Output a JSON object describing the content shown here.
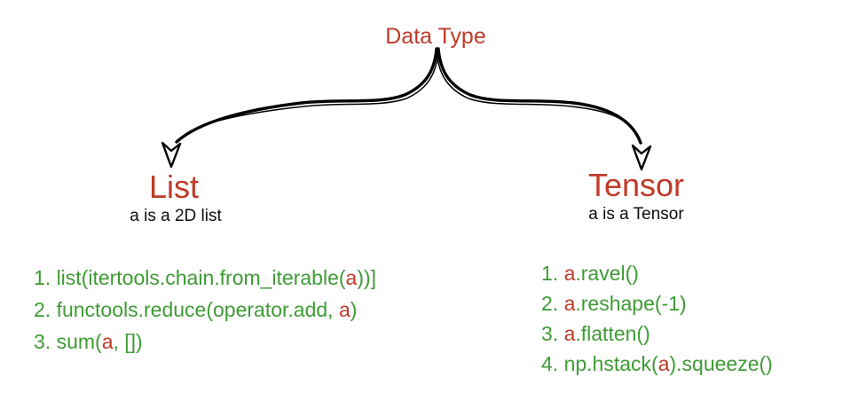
{
  "colors": {
    "red": "#c03a28",
    "green": "#3e9b34",
    "black": "#0d0d0d",
    "stroke": "#000000"
  },
  "root": {
    "title": "Data Type"
  },
  "branches": [
    {
      "heading": "List",
      "subtitle": "a is a 2D list",
      "items": [
        {
          "segments": [
            {
              "t": "1. list(itertools.chain.from_iterable(",
              "c": "green"
            },
            {
              "t": "a",
              "c": "red"
            },
            {
              "t": "))]",
              "c": "green"
            }
          ]
        },
        {
          "segments": [
            {
              "t": "2. functools.reduce(operator.add, ",
              "c": "green"
            },
            {
              "t": "a",
              "c": "red"
            },
            {
              "t": ")",
              "c": "green"
            }
          ]
        },
        {
          "segments": [
            {
              "t": "3. sum(",
              "c": "green"
            },
            {
              "t": "a",
              "c": "red"
            },
            {
              "t": ", [])",
              "c": "green"
            }
          ]
        }
      ]
    },
    {
      "heading": "Tensor",
      "subtitle": "a is a Tensor",
      "items": [
        {
          "segments": [
            {
              "t": "1. ",
              "c": "green"
            },
            {
              "t": "a",
              "c": "red"
            },
            {
              "t": ".ravel()",
              "c": "green"
            }
          ]
        },
        {
          "segments": [
            {
              "t": "2. ",
              "c": "green"
            },
            {
              "t": "a",
              "c": "red"
            },
            {
              "t": ".reshape(-1)",
              "c": "green"
            }
          ]
        },
        {
          "segments": [
            {
              "t": "3. ",
              "c": "green"
            },
            {
              "t": "a",
              "c": "red"
            },
            {
              "t": ".flatten()",
              "c": "green"
            }
          ]
        },
        {
          "segments": [
            {
              "t": "4. np.hstack(",
              "c": "green"
            },
            {
              "t": "a",
              "c": "red"
            },
            {
              "t": ").squeeze()",
              "c": "green"
            }
          ]
        }
      ]
    }
  ]
}
